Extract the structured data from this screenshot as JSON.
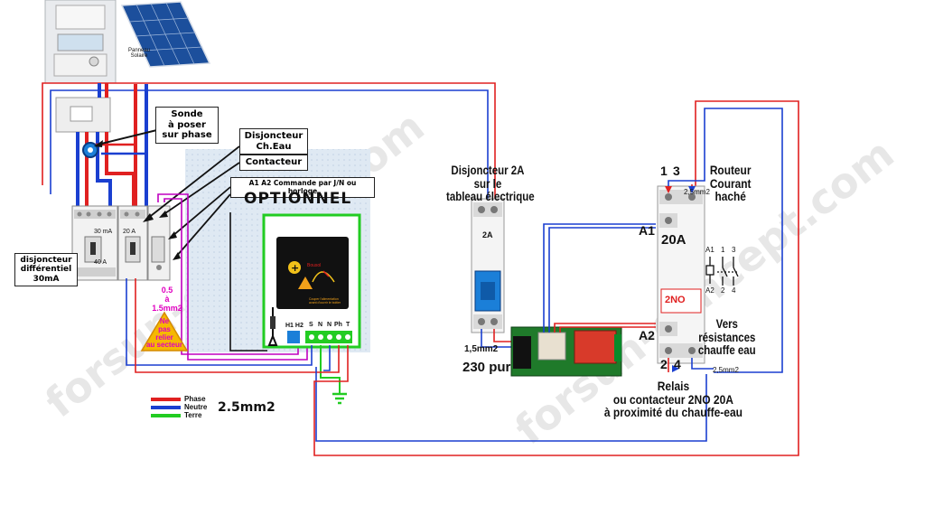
{
  "solar_panel": {
    "label": "Panneau Solaire"
  },
  "sensor": {
    "label_lines": [
      "Sonde",
      "à poser",
      "sur phase"
    ]
  },
  "callouts": {
    "disjoncteur_ch_eau": [
      "Disjoncteur",
      "Ch.Eau"
    ],
    "contacteur": "Contacteur",
    "commande": "A1 A2 Commande par J/N ou horloge"
  },
  "optional": {
    "title": "OPTIONNEL"
  },
  "breakers": {
    "diff_ratings": [
      "30 mA",
      "40 A"
    ],
    "small_rating": "20 A",
    "diff_label": [
      "disjoncteur",
      "différentiel",
      "30mA"
    ],
    "wire_section": [
      "0.5",
      "à",
      "1.5mm2"
    ],
    "warning": [
      "Ne",
      "pas",
      "relier",
      "au secteur"
    ]
  },
  "router": {
    "brand": "Bousol",
    "warning_text": "Couper l'alimentation avant d'ouvrir le boitier",
    "terminal_labels": [
      "H1 H2",
      "S",
      "N",
      "N",
      "Ph",
      "T"
    ]
  },
  "breaker_2a": {
    "title_lines": [
      "Disjoncteur 2A",
      "sur le",
      "tableau électrique"
    ],
    "rating": "2A",
    "wire_note": "1,5mm2",
    "supply": "230 pur"
  },
  "contactor": {
    "terminals_top": [
      "1",
      "3"
    ],
    "a1": "A1",
    "a2": "A2",
    "rating": "20A",
    "type": "2NO",
    "terminals_bottom": [
      "2",
      "4"
    ],
    "schematic_top": [
      "A1",
      "1",
      "3"
    ],
    "schematic_bottom": [
      "A2",
      "2",
      "4"
    ],
    "wire_top": "2,5mm2",
    "wire_bottom": "2,5mm2"
  },
  "router_label": [
    "Routeur",
    "Courant",
    "haché"
  ],
  "load_label": [
    "Vers",
    "résistances",
    "chauffe eau"
  ],
  "relay_label": [
    "Relais",
    "ou contacteur 2NO 20A",
    "à proximité du chauffe-eau"
  ],
  "legend": {
    "items": [
      {
        "name": "Phase",
        "color": "#e02020"
      },
      {
        "name": "Neutre",
        "color": "#1a3fd0"
      },
      {
        "name": "Terre",
        "color": "#22cc22"
      }
    ],
    "section": "2.5mm2"
  },
  "watermark": "forsun-concept.com",
  "colors": {
    "phase": "#e02020",
    "neutre": "#1a3fd0",
    "terre": "#22cc22",
    "control": "#c000c0",
    "black": "#111111"
  }
}
